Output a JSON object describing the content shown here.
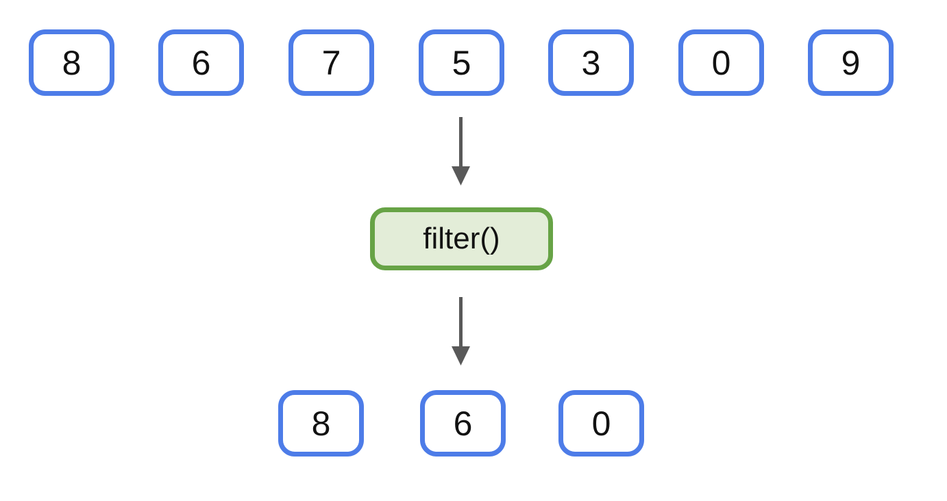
{
  "diagram": {
    "colors": {
      "box_border": "#4d7ce8",
      "box_fill": "#ffffff",
      "filter_border": "#67a346",
      "filter_fill": "#e3edd8",
      "arrow": "#595959",
      "text": "#121212",
      "background": "#ffffff"
    },
    "input_row": {
      "items": [
        "8",
        "6",
        "7",
        "5",
        "3",
        "0",
        "9"
      ]
    },
    "function_box": {
      "label": "filter()"
    },
    "output_row": {
      "items": [
        "8",
        "6",
        "0"
      ]
    }
  }
}
